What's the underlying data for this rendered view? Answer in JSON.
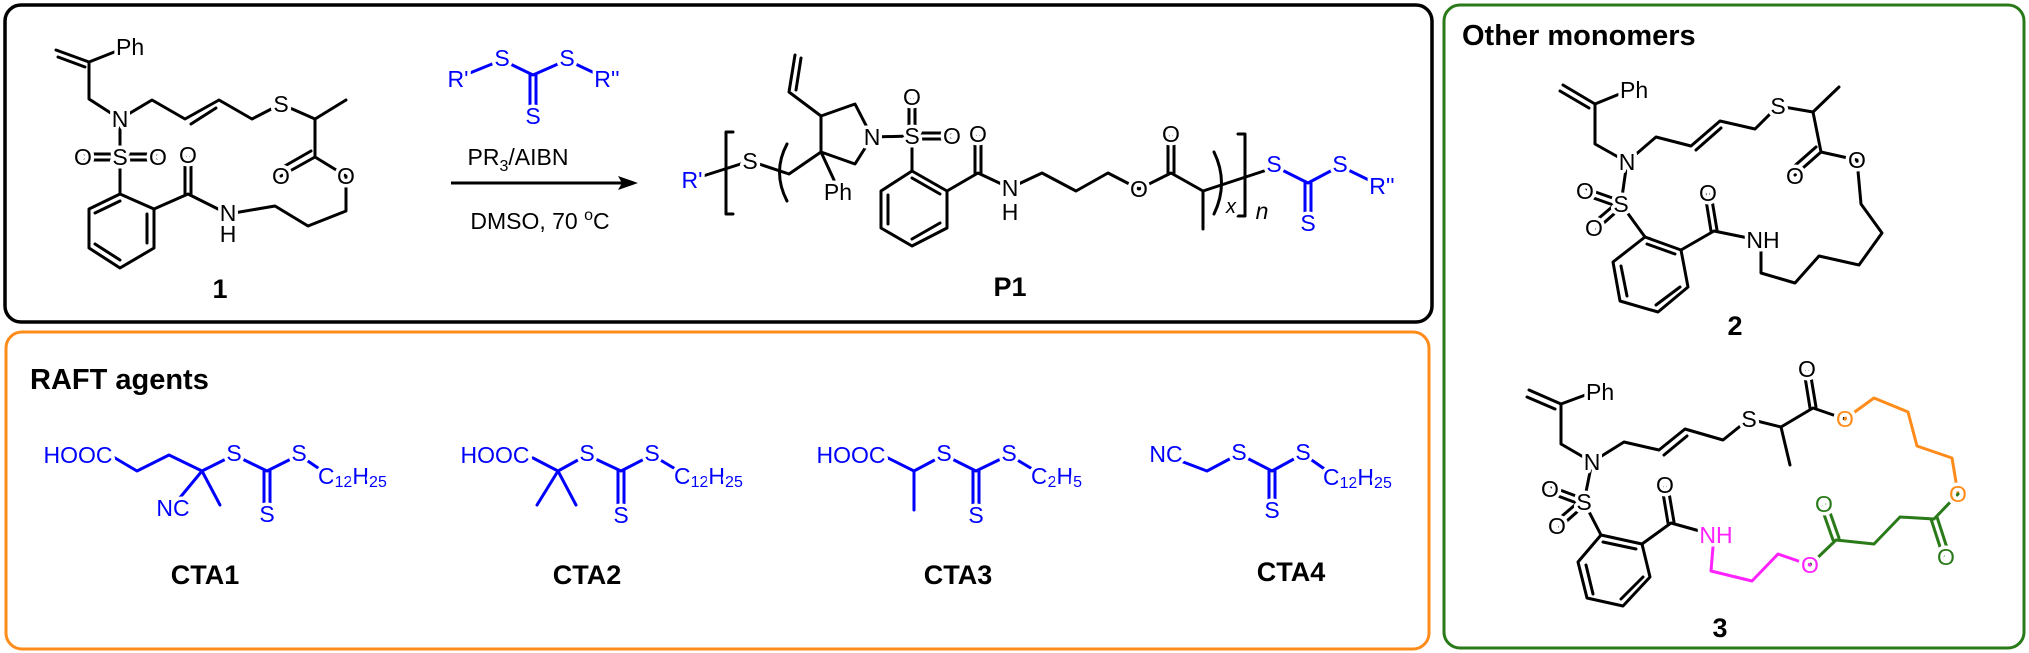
{
  "atoms": {
    "S": "S",
    "O": "O",
    "N": "N",
    "NH": "NH",
    "H": "H",
    "Ph": "Ph",
    "NC": "NC",
    "HOOC": "HOOC",
    "R1": "R'",
    "R2": "R''"
  },
  "reaction": {
    "conditions_top": [
      "PR",
      "3",
      "/AIBN"
    ],
    "conditions_bottom": [
      "DMSO, 70 ",
      "o",
      "C"
    ],
    "monomer_label": "1",
    "polymer_label": "P1",
    "repeat_x": "x",
    "repeat_n": "n"
  },
  "raft_agents": {
    "title": "RAFT agents",
    "c12h25": [
      "C",
      "12",
      "H",
      "25"
    ],
    "c2h5": [
      "C",
      "2",
      "H",
      "5"
    ],
    "labels": [
      "CTA1",
      "CTA2",
      "CTA3",
      "CTA4"
    ]
  },
  "other_monomers": {
    "title": "Other monomers",
    "labels": [
      "2",
      "3"
    ]
  },
  "colors": {
    "reaction_box": "#000000",
    "raft_box": "#ff8c1a",
    "monomers_box": "#2a7a1a",
    "cta": "#0000ff",
    "segment_orange": "#ff8c1a",
    "segment_green": "#2a7a1a",
    "segment_magenta": "#ff22ff"
  }
}
